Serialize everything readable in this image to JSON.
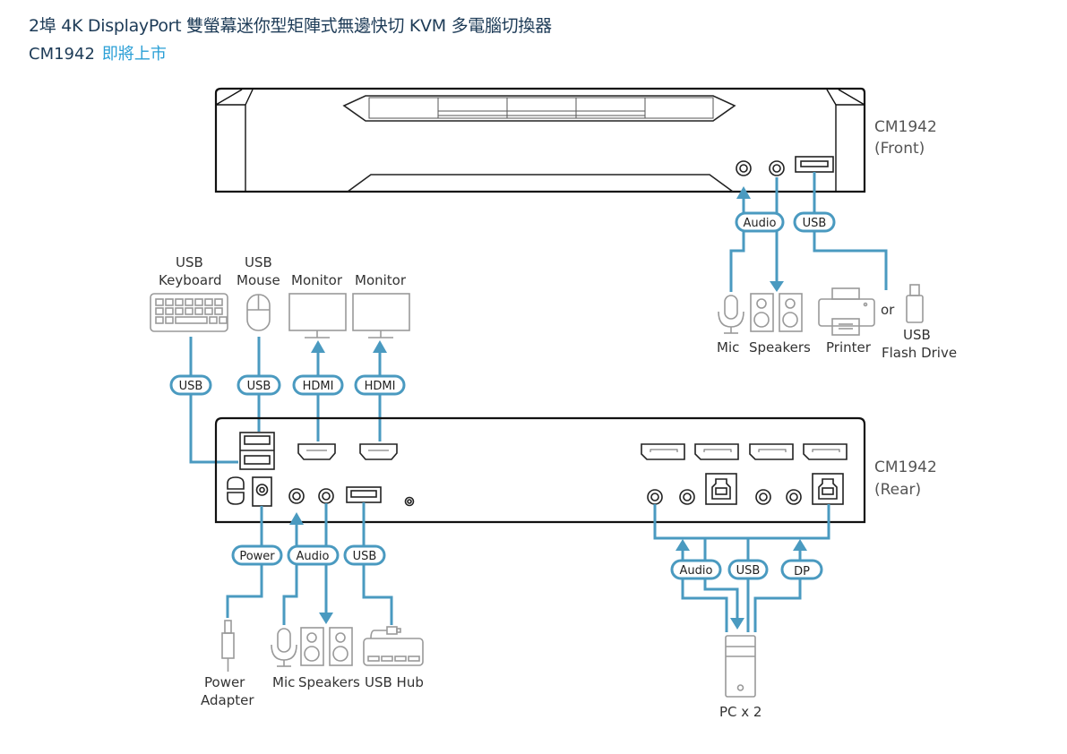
{
  "header": {
    "title": "2埠 4K DisplayPort 雙螢幕迷你型矩陣式無邊快切 KVM 多電腦切換器",
    "model": "CM1942",
    "status": "即將上市"
  },
  "colors": {
    "title": "#1d3b57",
    "status": "#2a9fd6",
    "wire": "#4a9ac0",
    "device_outline": "#999999",
    "unit_outline": "#111111"
  },
  "front_unit": {
    "model": "CM1942",
    "side_label": "(Front)",
    "cables": [
      {
        "pill": "Audio",
        "devices": [
          "Mic",
          "Speakers"
        ]
      },
      {
        "pill": "USB",
        "devices": [
          "Printer",
          "USB Flash Drive"
        ]
      }
    ],
    "or_text": "or",
    "devices": {
      "mic": "Mic",
      "speakers": "Speakers",
      "printer": "Printer",
      "flash_line1": "USB",
      "flash_line2": "Flash Drive"
    }
  },
  "console_devices": {
    "keyboard_line1": "USB",
    "keyboard_line2": "Keyboard",
    "mouse_line1": "USB",
    "mouse_line2": "Mouse",
    "monitor1": "Monitor",
    "monitor2": "Monitor",
    "pills": [
      "USB",
      "USB",
      "HDMI",
      "HDMI"
    ]
  },
  "rear_unit": {
    "model": "CM1942",
    "side_label": "(Rear)",
    "bottom_pills": [
      "Power",
      "Audio",
      "USB"
    ],
    "bottom_devices": {
      "power_line1": "Power",
      "power_line2": "Adapter",
      "mic": "Mic",
      "speakers": "Speakers",
      "hub": "USB Hub"
    },
    "pc_pills": [
      "Audio",
      "USB",
      "DP"
    ],
    "pc_label": "PC x 2"
  },
  "icons": [
    "keyboard-icon",
    "mouse-icon",
    "monitor-icon",
    "mic-icon",
    "speaker-icon",
    "printer-icon",
    "usb-flash-drive-icon",
    "power-adapter-icon",
    "usb-hub-icon",
    "pc-tower-icon"
  ]
}
